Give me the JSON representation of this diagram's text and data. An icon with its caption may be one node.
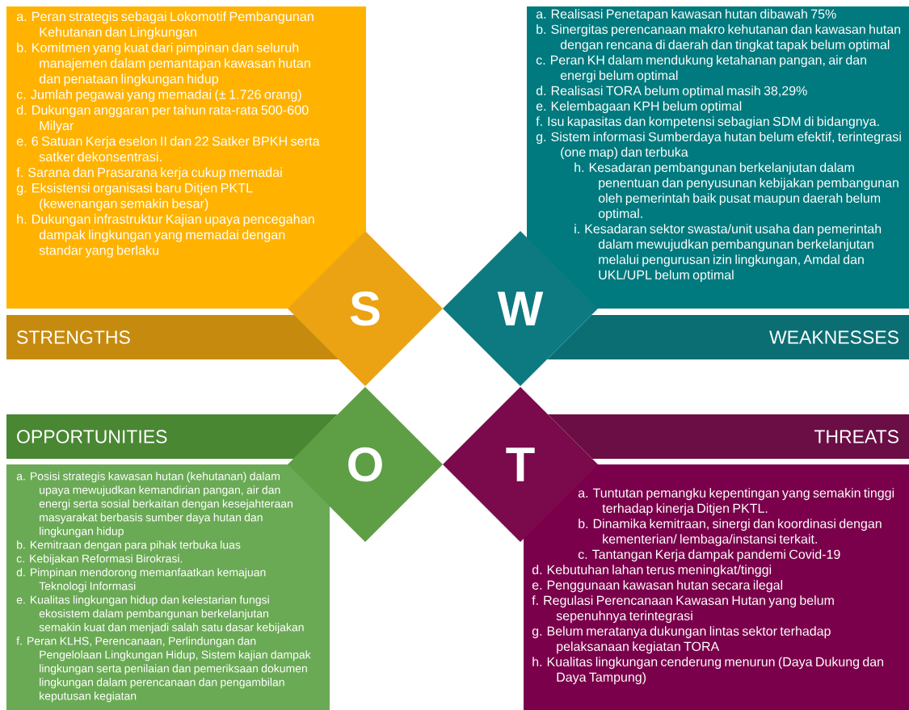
{
  "diagram": {
    "nodes": [
      {
        "text": [
          "a. Peran strategis sebagai Lokomotif Pembangunan Kehutanan dan Lingkungan",
          "b. Komitmen yang kuat dari pimpinan dan seluruh manajemen dalam pemantapan kawasan hutan dan penataan lingkungan hidup",
          "c. Jumlah pegawai yang memadai (± 1.726 orang)",
          "d. Dukungan anggaran per tahun rata-rata 500-600 Milyar",
          "e. 6 Satuan Kerja eselon II dan 22 Satker BPKH serta satker dekonsentrasi.",
          "f. Sarana dan Prasarana kerja cukup memadai",
          "g. Eksistensi organisasi baru Ditjen PKTL (kewenangan semakin besar)",
          "h. Dukungan infrastruktur Kajian upaya pencegahan dampak lingkungan yang memadai dengan standar yang berlaku"
        ]
      },
      {
        "text": [
          "a. Realisasi Penetapan kawasan hutan dibawah 75%",
          "b. Sinergitas perencanaan makro kehutanan dan kawasan hutan dengan rencana di daerah dan tingkat tapak belum optimal",
          "c. Peran KH dalam mendukung ketahanan pangan, air dan energi belum optimal",
          "d. Realisasi TORA belum optimal masih 38,29%",
          "e. Kelembagaan KPH belum optimal",
          "f. Isu kapasitas dan kompetensi sebagian SDM di bidangnya.",
          "g. Sistem informasi Sumberdaya hutan belum efektif, terintegrasi (one map) dan terbuka",
          "h. Kesadaran pembangunan berkelanjutan dalam penentuan dan penyusunan kebijakan pembangunan oleh pemerintah baik pusat maupun daerah belum optimal.",
          "i. Kesadaran sektor swasta/unit usaha dan pemerintah dalam mewujudkan pembangunan berkelanjutan melalui pengurusan izin lingkungan, Amdal dan UKL/UPL belum optimal"
        ]
      },
      {
        "text": [
          "S"
        ]
      },
      {
        "text": [
          "W"
        ]
      },
      {
        "text": [
          "STRENGTHS"
        ]
      },
      {
        "text": [
          "WEAKNESSES"
        ]
      },
      {
        "text": [
          "O"
        ]
      },
      {
        "text": [
          "T"
        ]
      },
      {
        "text": [
          "OPPORTUNITIES"
        ]
      },
      {
        "text": [
          "THREATS"
        ]
      },
      {
        "text": [
          "a. Posisi strategis kawasan hutan (kehutanan) dalam upaya mewujudkan kemandirian pangan, air dan energi serta sosial berkaitan dengan kesejahteraan masyarakat berbasis sumber daya hutan dan lingkungan hidup",
          "b. Kemitraan dengan para pihak terbuka luas",
          "c. Kebijakan Reformasi Birokrasi.",
          "d. Pimpinan mendorong memanfaatkan kemajuan Teknologi Informasi",
          "e. Kualitas lingkungan hidup dan kelestarian fungsi ekosistem dalam pembangunan berkelanjutan semakin kuat dan menjadi salah satu dasar kebijakan",
          "f. Peran KLHS, Perencanaan, Perlindungan dan Pengelolaan Lingkungan Hidup, Sistem kajian dampak lingkungan serta penilaian dan pemeriksaan dokumen lingkungan dalam perencanaan dan pengambilan keputusan kegiatan"
        ]
      },
      {
        "text": [
          "a. Tuntutan pemangku kepentingan yang semakin tinggi terhadap kinerja Ditjen PKTL.",
          "b. Dinamika kemitraan, sinergi dan koordinasi dengan kementerian/ lembaga/instansi terkait.",
          "c. Tantangan Kerja dampak pandemi Covid-19",
          "d. Kebutuhan lahan terus meningkat/tinggi",
          "e. Penggunaan kawasan hutan secara ilegal",
          "f. Regulasi Perencanaan Kawasan Hutan yang belum sepenuhnya terintegrasi",
          "g. Belum meratanya dukungan lintas sektor terhadap pelaksanaan kegiatan TORA",
          "h. Kualitas lingkungan cenderung menurun (Daya Dukung dan Daya Tampung)"
        ]
      }
    ]
  }
}
